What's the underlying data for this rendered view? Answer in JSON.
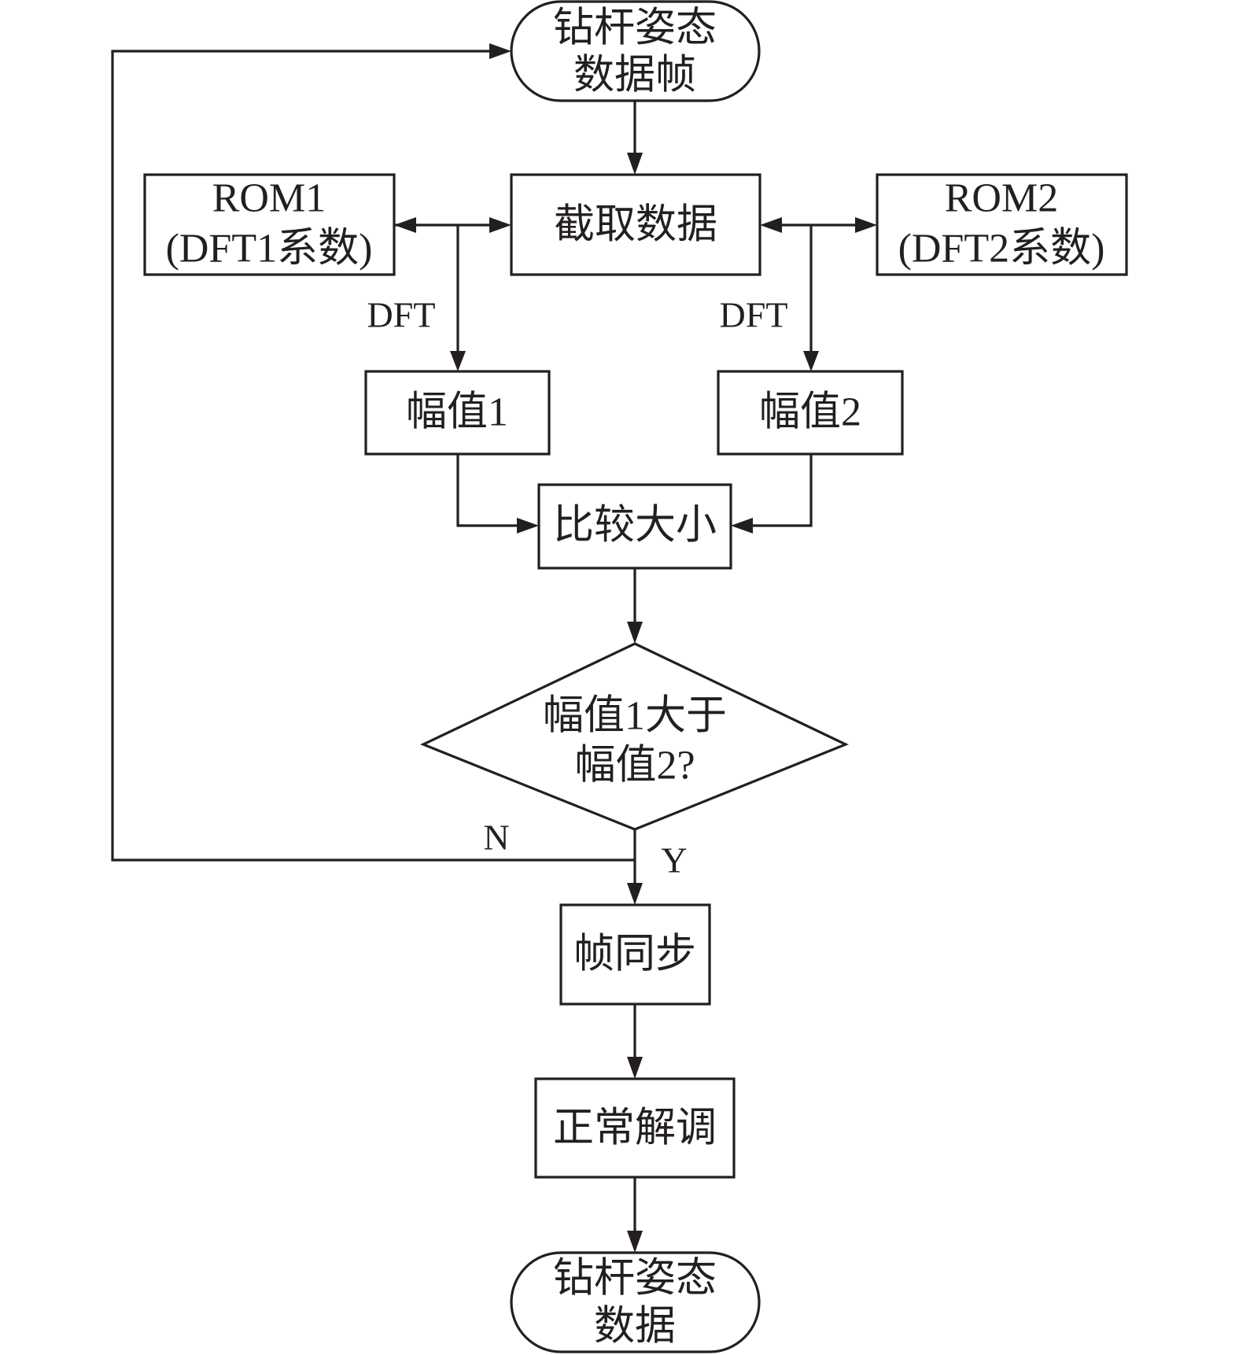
{
  "diagram": {
    "type": "flowchart",
    "colors": {
      "stroke": "#231f20",
      "background": "#ffffff"
    },
    "nodes": {
      "start": {
        "shape": "terminator",
        "lines": [
          "钻杆姿态",
          "数据帧"
        ]
      },
      "extract": {
        "shape": "process",
        "lines": [
          "截取数据"
        ]
      },
      "rom1": {
        "shape": "process",
        "lines": [
          "ROM1",
          "(DFT1系数)"
        ]
      },
      "rom2": {
        "shape": "process",
        "lines": [
          "ROM2",
          "(DFT2系数)"
        ]
      },
      "amp1": {
        "shape": "process",
        "lines": [
          "幅值1"
        ]
      },
      "amp2": {
        "shape": "process",
        "lines": [
          "幅值2"
        ]
      },
      "compare": {
        "shape": "process",
        "lines": [
          "比较大小"
        ]
      },
      "decision": {
        "shape": "decision",
        "lines": [
          "幅值1大于",
          "幅值2?"
        ]
      },
      "framesync": {
        "shape": "process",
        "lines": [
          "帧同步"
        ]
      },
      "demod": {
        "shape": "process",
        "lines": [
          "正常解调"
        ]
      },
      "end": {
        "shape": "terminator",
        "lines": [
          "钻杆姿态",
          "数据"
        ]
      }
    },
    "edge_labels": {
      "dft_left": "DFT",
      "dft_right": "DFT",
      "no": "N",
      "yes": "Y"
    },
    "edges": [
      {
        "from": "start",
        "to": "extract"
      },
      {
        "from": "junction-left",
        "to": "rom1",
        "bidirectional_with": "extract"
      },
      {
        "from": "junction-right",
        "to": "rom2",
        "bidirectional_with": "extract"
      },
      {
        "from": "junction-left",
        "to": "amp1",
        "label": "DFT"
      },
      {
        "from": "junction-right",
        "to": "amp2",
        "label": "DFT"
      },
      {
        "from": "amp1",
        "to": "compare"
      },
      {
        "from": "amp2",
        "to": "compare"
      },
      {
        "from": "compare",
        "to": "decision"
      },
      {
        "from": "decision",
        "to": "framesync",
        "label": "Y"
      },
      {
        "from": "decision",
        "to": "start",
        "label": "N"
      },
      {
        "from": "framesync",
        "to": "demod"
      },
      {
        "from": "demod",
        "to": "end"
      }
    ]
  }
}
